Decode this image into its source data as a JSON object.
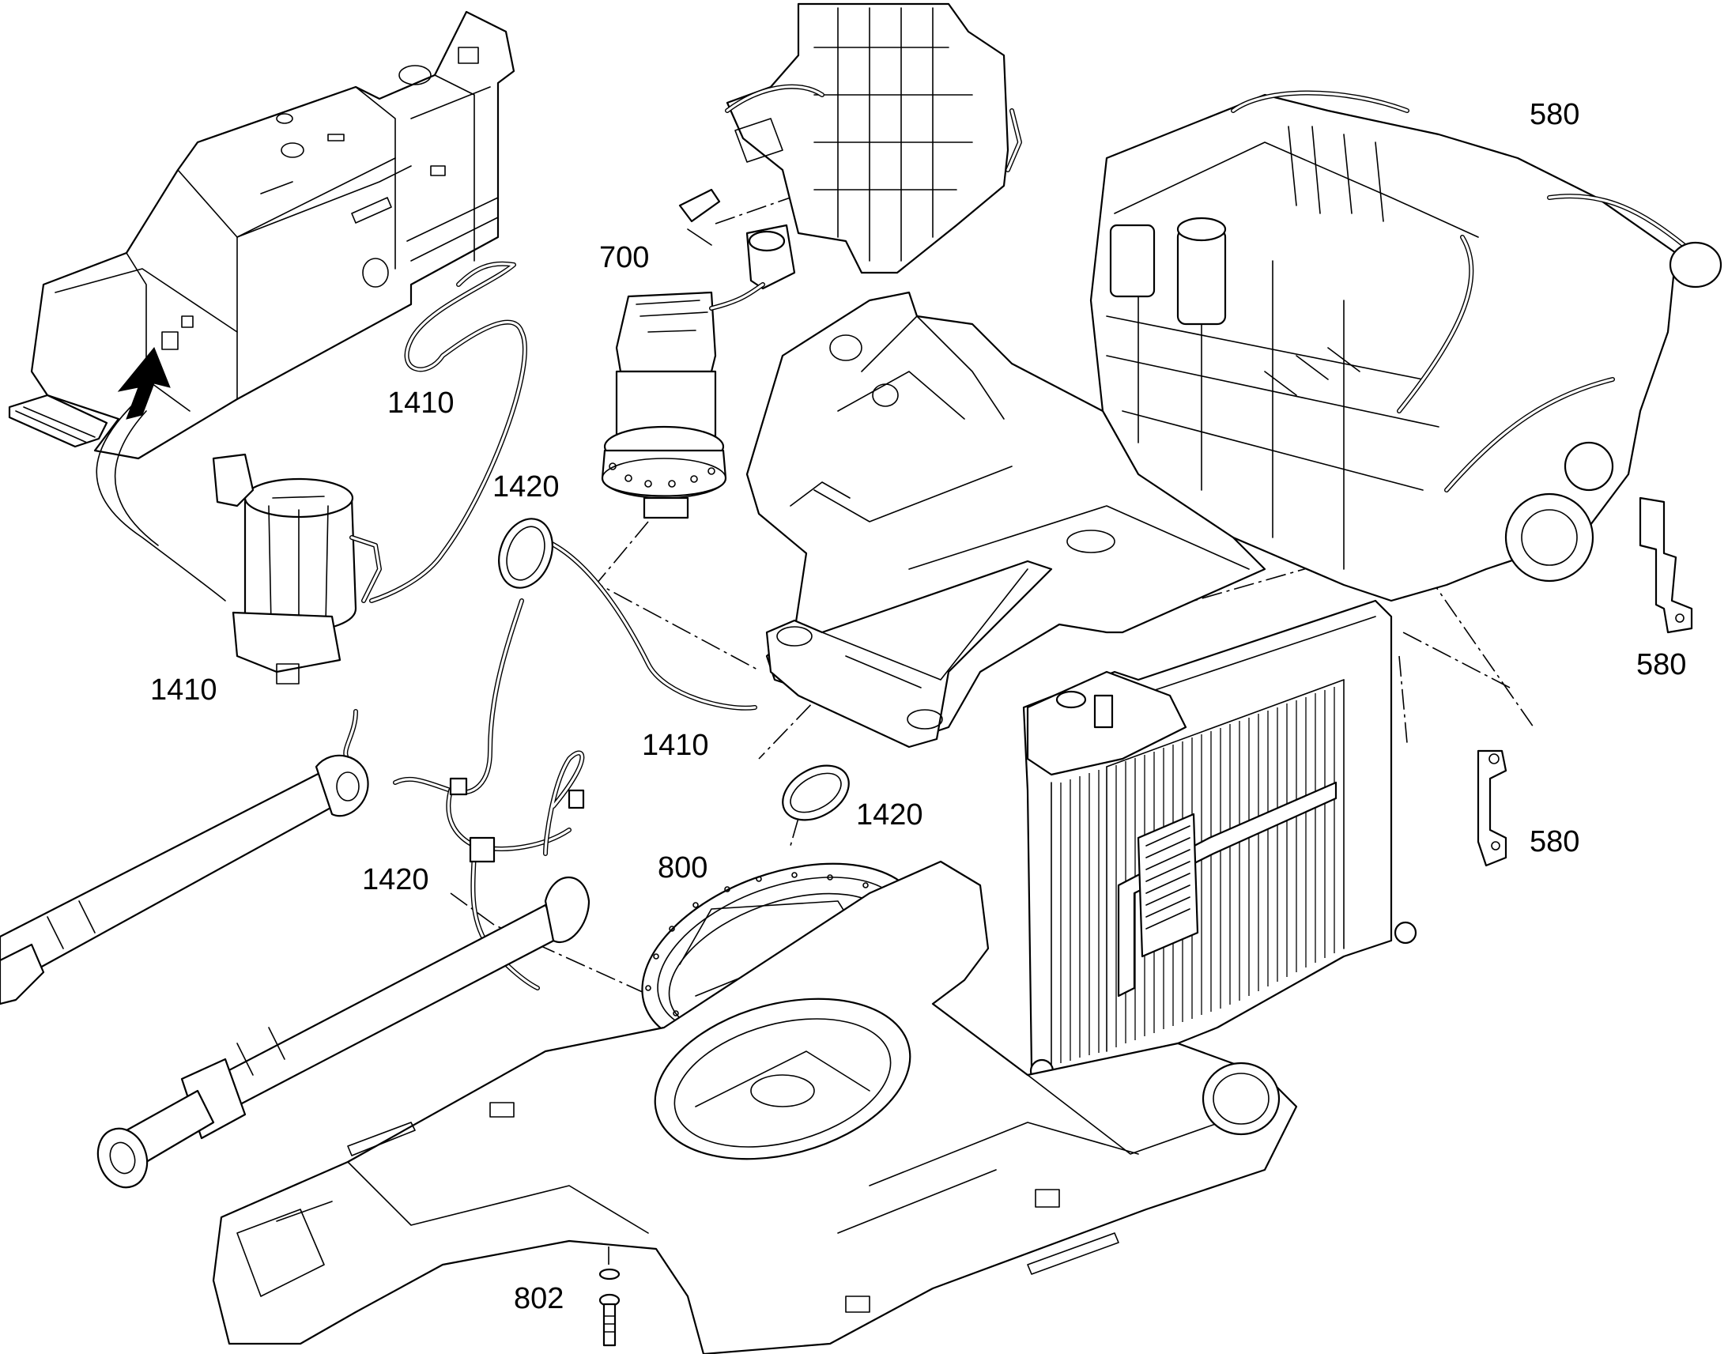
{
  "diagram": {
    "callouts": [
      {
        "id": "c580a",
        "text": "580"
      },
      {
        "id": "c580b",
        "text": "580"
      },
      {
        "id": "c580c",
        "text": "580"
      },
      {
        "id": "c700",
        "text": "700"
      },
      {
        "id": "c1410a",
        "text": "1410"
      },
      {
        "id": "c1410b",
        "text": "1410"
      },
      {
        "id": "c1410c",
        "text": "1410"
      },
      {
        "id": "c1420a",
        "text": "1420"
      },
      {
        "id": "c1420b",
        "text": "1420"
      },
      {
        "id": "c1420c",
        "text": "1420"
      },
      {
        "id": "c800",
        "text": "800"
      },
      {
        "id": "c802",
        "text": "802"
      }
    ]
  }
}
